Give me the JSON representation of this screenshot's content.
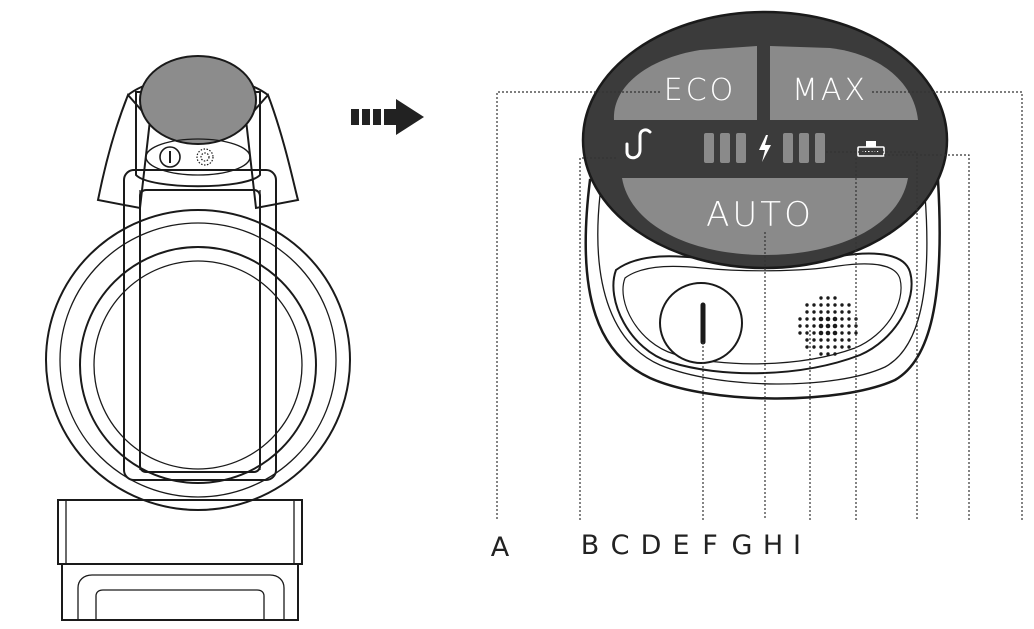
{
  "panel": {
    "eco_label": "ECO",
    "max_label": "MAX",
    "auto_label": "AUTO"
  },
  "callouts": [
    "A",
    "B",
    "C",
    "D",
    "E",
    "F",
    "G",
    "H",
    "I"
  ],
  "colors": {
    "line": "#1a1a1a",
    "panel_dark": "#3b3b3b",
    "button_grey": "#8a8a8a",
    "lens_grey": "#8c8c8c"
  }
}
